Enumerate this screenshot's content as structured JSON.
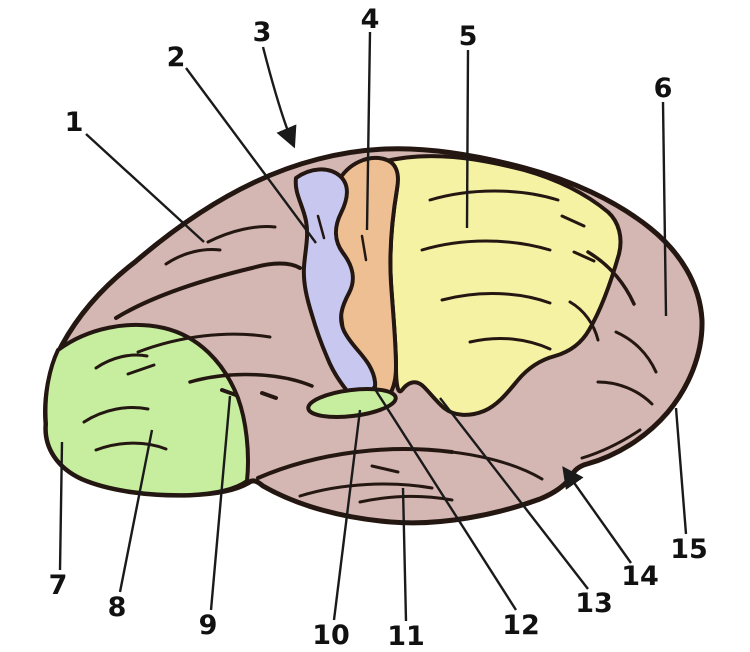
{
  "diagram": {
    "labels": [
      {
        "text": "1",
        "arrow": false
      },
      {
        "text": "2",
        "arrow": false
      },
      {
        "text": "3",
        "arrow": true
      },
      {
        "text": "4",
        "arrow": false
      },
      {
        "text": "5",
        "arrow": false
      },
      {
        "text": "6",
        "arrow": false
      },
      {
        "text": "7",
        "arrow": false
      },
      {
        "text": "8",
        "arrow": false
      },
      {
        "text": "9",
        "arrow": false
      },
      {
        "text": "10",
        "arrow": false
      },
      {
        "text": "11",
        "arrow": false
      },
      {
        "text": "12",
        "arrow": false
      },
      {
        "text": "13",
        "arrow": false
      },
      {
        "text": "14",
        "arrow": true
      },
      {
        "text": "15",
        "arrow": false
      }
    ],
    "colors": {
      "background": "#ffffff",
      "cortex": "#d4b6b2",
      "region_blue": "#c7c7ef",
      "region_orange": "#edbf92",
      "region_yellow": "#f6f2a4",
      "region_green": "#c7ee9f",
      "outline": "#241712",
      "leader_line": "#1a1a1a",
      "label_text": "#111111"
    }
  }
}
